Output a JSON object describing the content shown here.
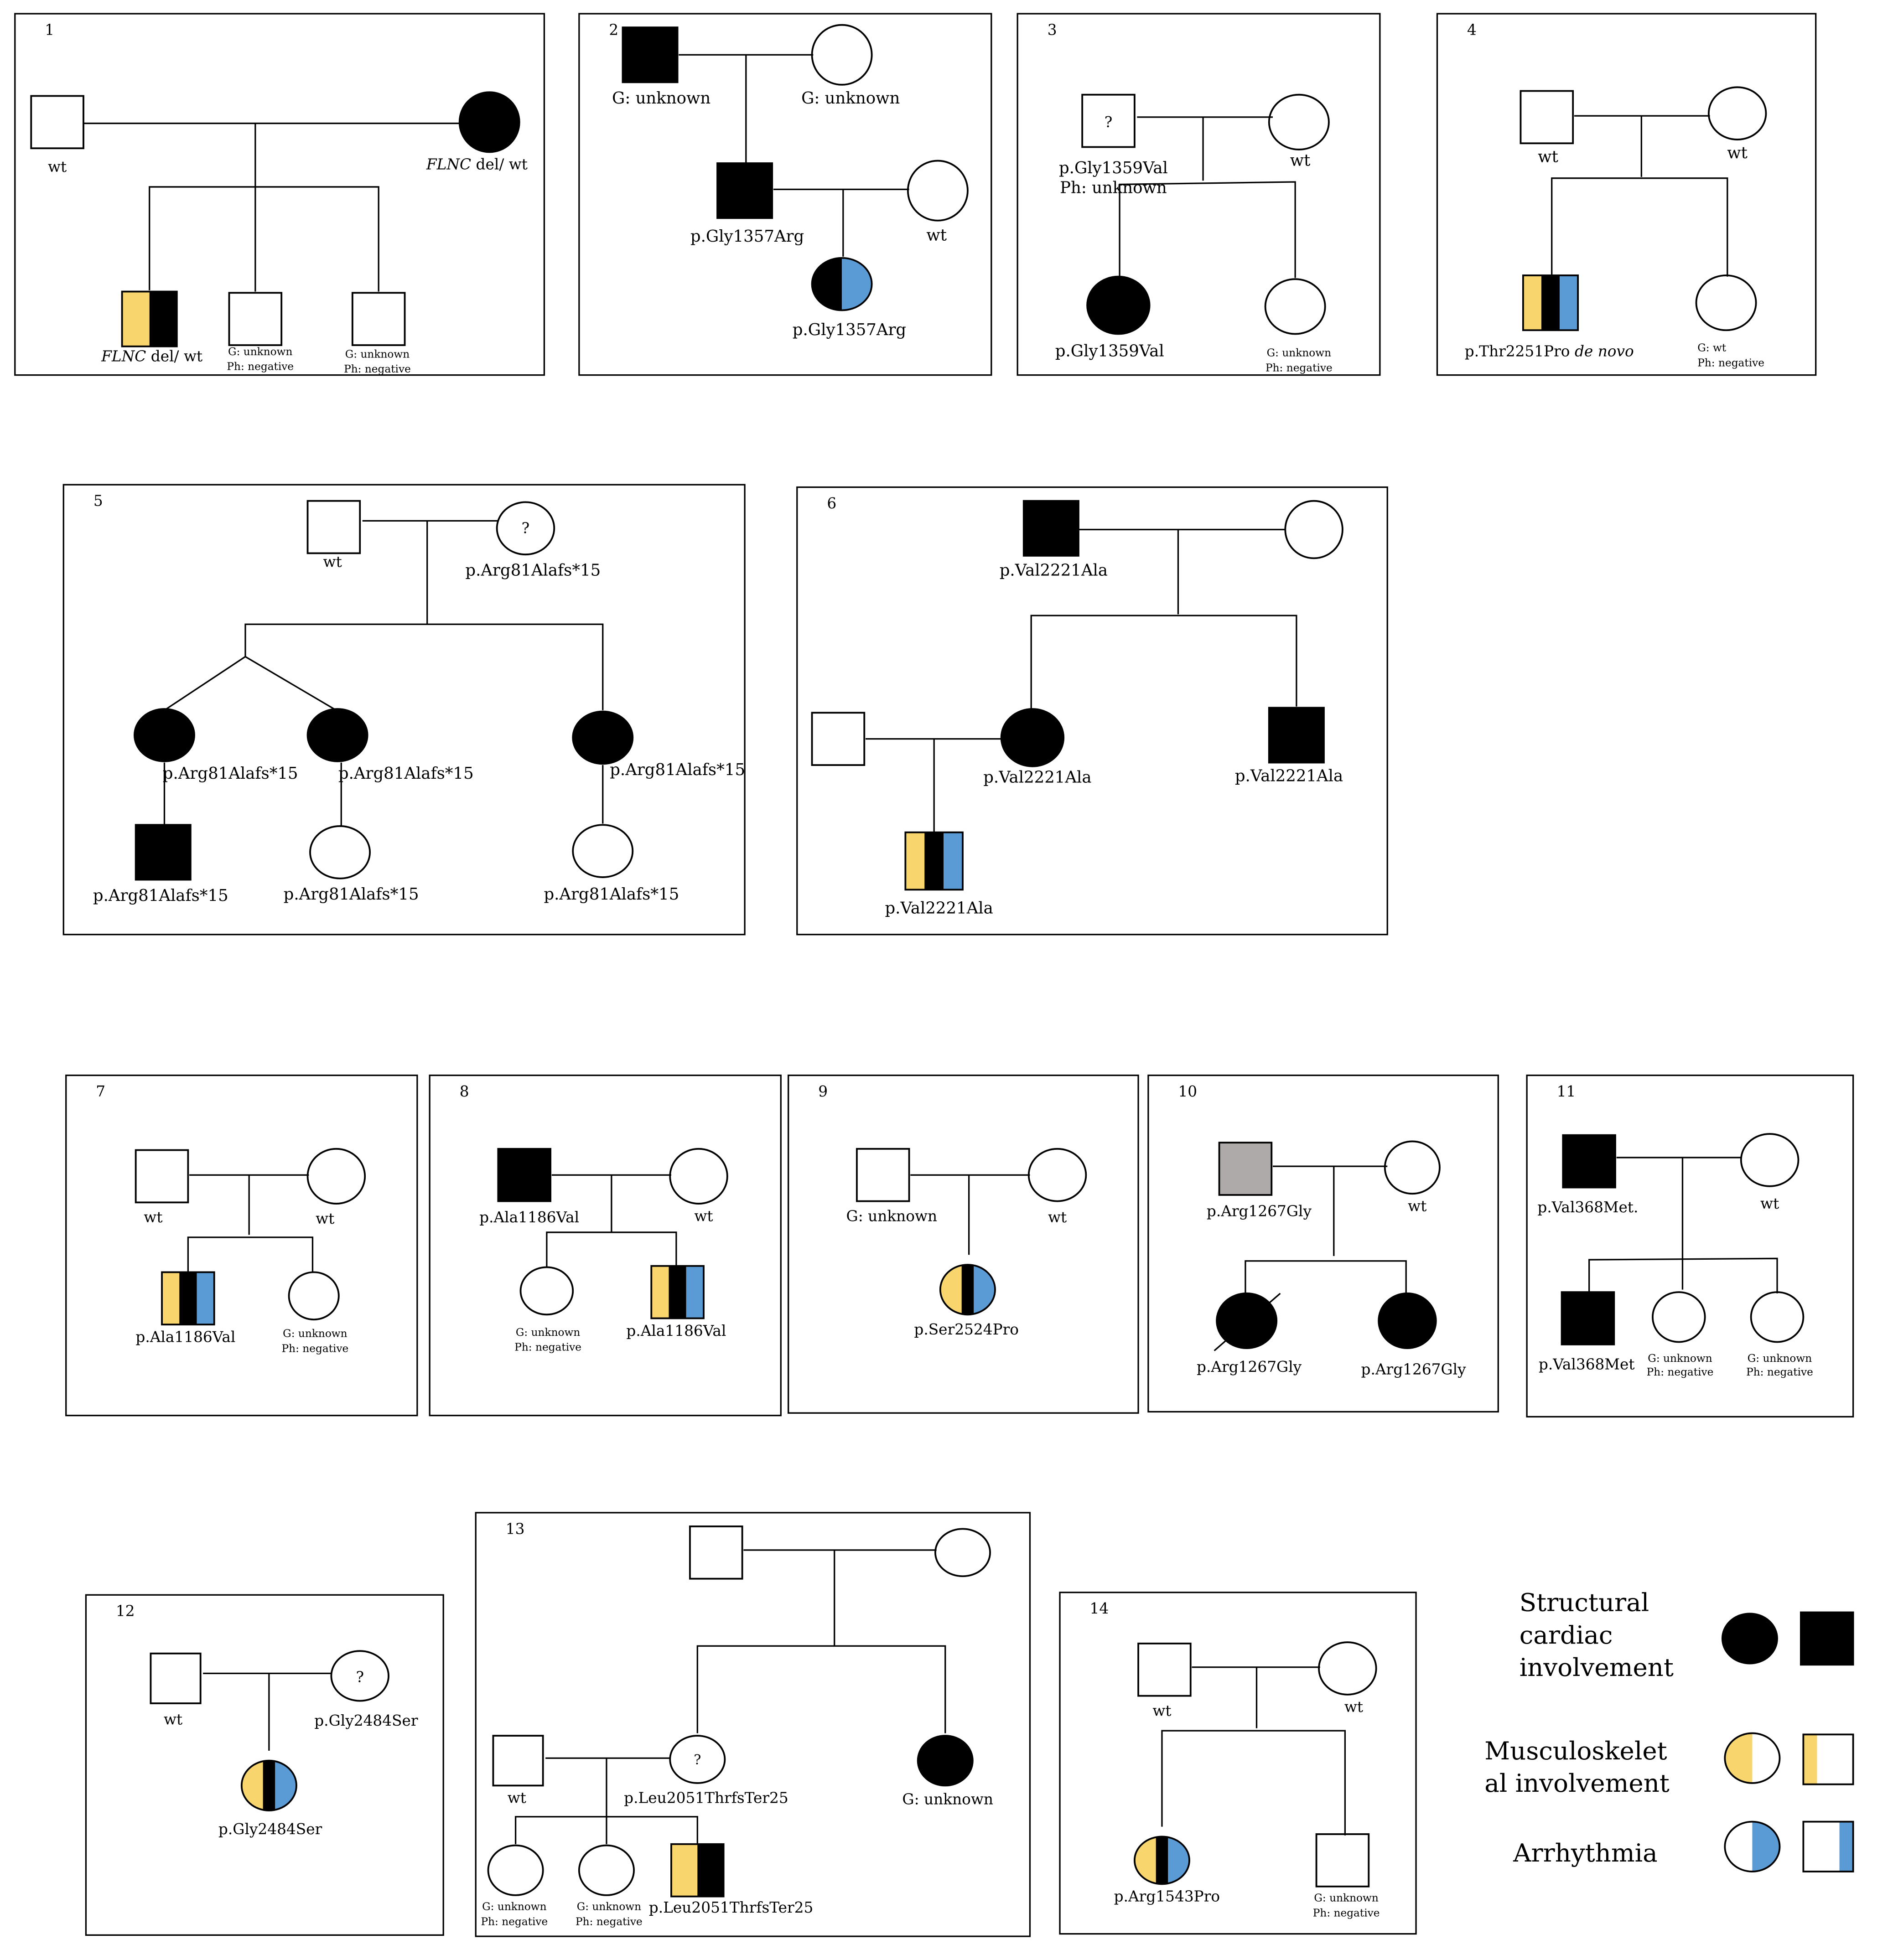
{
  "colors": {
    "structural": "#000000",
    "musculoskeletal": "#F9D56E",
    "arrhythmia": "#5B9BD5",
    "unknown_phenotype": "#AEAAAA",
    "line": "#000000"
  },
  "pedigrees": [
    {
      "number": "1",
      "labels": {
        "f1": "wt",
        "m1_italic": "FLNC",
        "m1": " del/ wt",
        "c1_italic": "FLNC",
        "c1": " del/ wt",
        "c2a": "G: unknown",
        "c2b": "Ph: negative",
        "c3a": "G: unknown",
        "c3b": "Ph: negative"
      }
    },
    {
      "number": "2",
      "labels": {
        "gf": "G: unknown",
        "gm": "G: unknown",
        "f": "p.Gly1357Arg",
        "m": "wt",
        "c": "p.Gly1357Arg"
      }
    },
    {
      "number": "3",
      "labels": {
        "f_symbol": "?",
        "f1": "p.Gly1359Val",
        "f2": "Ph: unknown",
        "m": "wt",
        "c1": "p.Gly1359Val",
        "c2a": "G: unknown",
        "c2b": "Ph: negative"
      }
    },
    {
      "number": "4",
      "labels": {
        "f": "wt",
        "m": "wt",
        "c1": "p.Thr2251Pro ",
        "c1_italic": "de novo",
        "c2a": "G: wt",
        "c2b": "Ph: negative"
      }
    },
    {
      "number": "5",
      "labels": {
        "gf": "wt",
        "gm_symbol": "?",
        "gm": "p.Arg81Alafs*15",
        "d1": "p.Arg81Alafs*15",
        "d2": "p.Arg81Alafs*15",
        "d3": "p.Arg81Alafs*15",
        "g1": "p.Arg81Alafs*15",
        "g2": "p.Arg81Alafs*15",
        "g3": "p.Arg81Alafs*15"
      }
    },
    {
      "number": "6",
      "labels": {
        "gf": "p.Val2221Ala",
        "d": "p.Val2221Ala",
        "s": "p.Val2221Ala",
        "g": "p.Val2221Ala"
      }
    },
    {
      "number": "7",
      "labels": {
        "f": "wt",
        "m": "wt",
        "c1": "p.Ala1186Val",
        "c2a": "G: unknown",
        "c2b": "Ph: negative"
      }
    },
    {
      "number": "8",
      "labels": {
        "f": "p.Ala1186Val",
        "m": "wt",
        "c1a": "G: unknown",
        "c1b": "Ph: negative",
        "c2": "p.Ala1186Val"
      }
    },
    {
      "number": "9",
      "labels": {
        "f": "G: unknown",
        "m": "wt",
        "c": "p.Ser2524Pro"
      }
    },
    {
      "number": "10",
      "labels": {
        "f": "p.Arg1267Gly",
        "m": "wt",
        "c1": "p.Arg1267Gly",
        "c2": "p.Arg1267Gly"
      }
    },
    {
      "number": "11",
      "labels": {
        "f": "p.Val368Met.",
        "m": "wt",
        "c1": "p.Val368Met",
        "c2a": "G: unknown",
        "c2b": "Ph: negative",
        "c3a": "G: unknown",
        "c3b": "Ph: negative"
      }
    },
    {
      "number": "12",
      "labels": {
        "f": "wt",
        "m_symbol": "?",
        "m": "p.Gly2484Ser",
        "c": "p.Gly2484Ser"
      }
    },
    {
      "number": "13",
      "labels": {
        "sf": "wt",
        "m_symbol": "?",
        "m": "p.Leu2051ThrfsTer25",
        "a": "G: unknown",
        "c1a": "G: unknown",
        "c1b": "Ph: negative",
        "c2a": "G: unknown",
        "c2b": "Ph: negative",
        "c3": "p.Leu2051ThrfsTer25"
      }
    },
    {
      "number": "14",
      "labels": {
        "f": "wt",
        "m": "wt",
        "c1": "p.Arg1543Pro",
        "c2a": "G: unknown",
        "c2b": "Ph: negative"
      }
    }
  ],
  "legend": [
    {
      "lines": [
        "Structural",
        "cardiac",
        "involvement"
      ]
    },
    {
      "lines": [
        "Musculoskelet",
        "al involvement"
      ]
    },
    {
      "lines": [
        "Arrhythmia"
      ]
    }
  ]
}
